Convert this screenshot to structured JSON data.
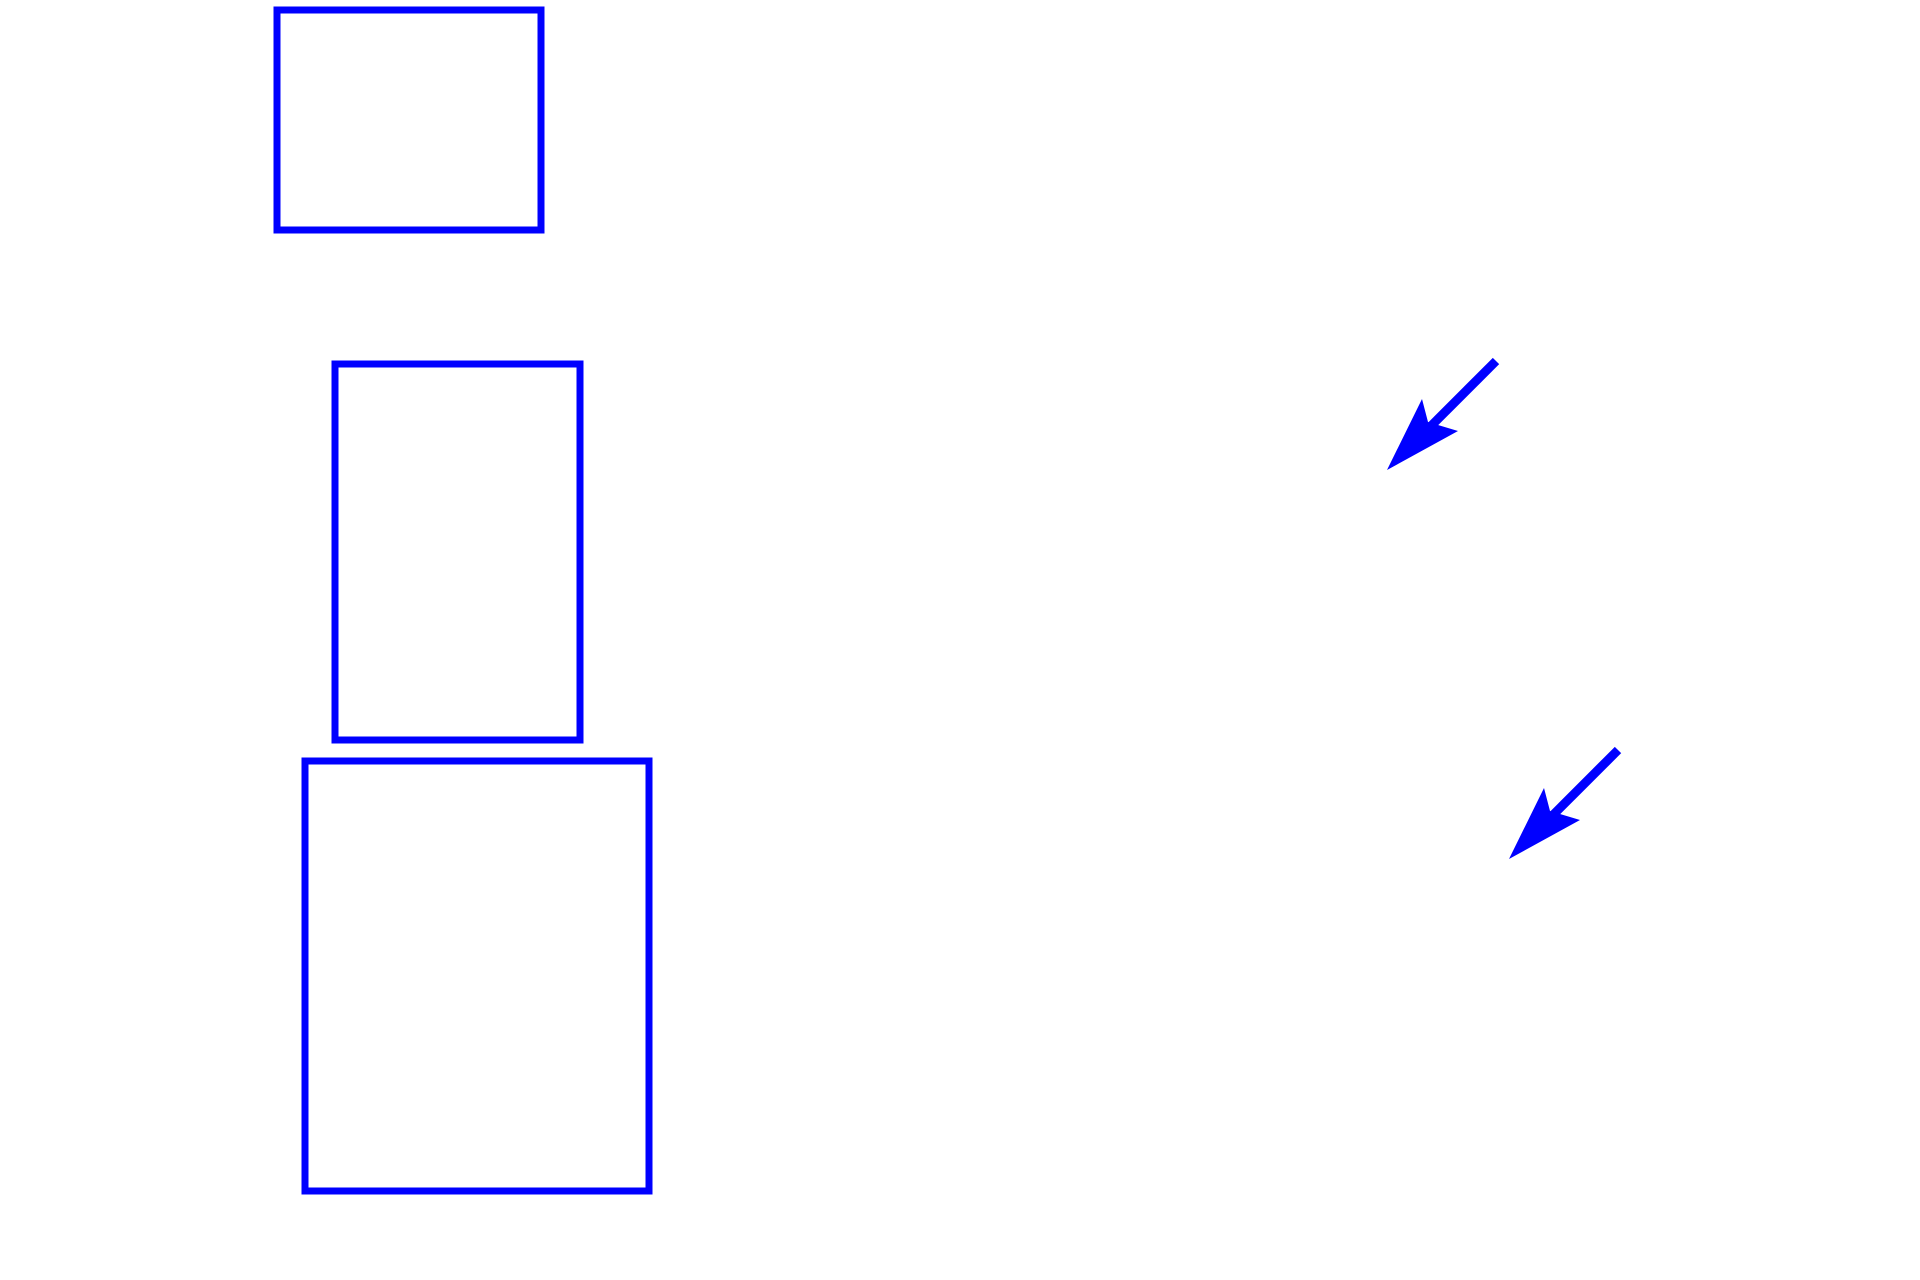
{
  "colors": {
    "background": "#ffffff",
    "annotation": "#0000ff"
  },
  "shapes": {
    "boxes": [
      "box-1",
      "box-2",
      "box-3"
    ],
    "arrows": [
      "arrow-1",
      "arrow-2"
    ],
    "arrow_direction": "down-left"
  }
}
